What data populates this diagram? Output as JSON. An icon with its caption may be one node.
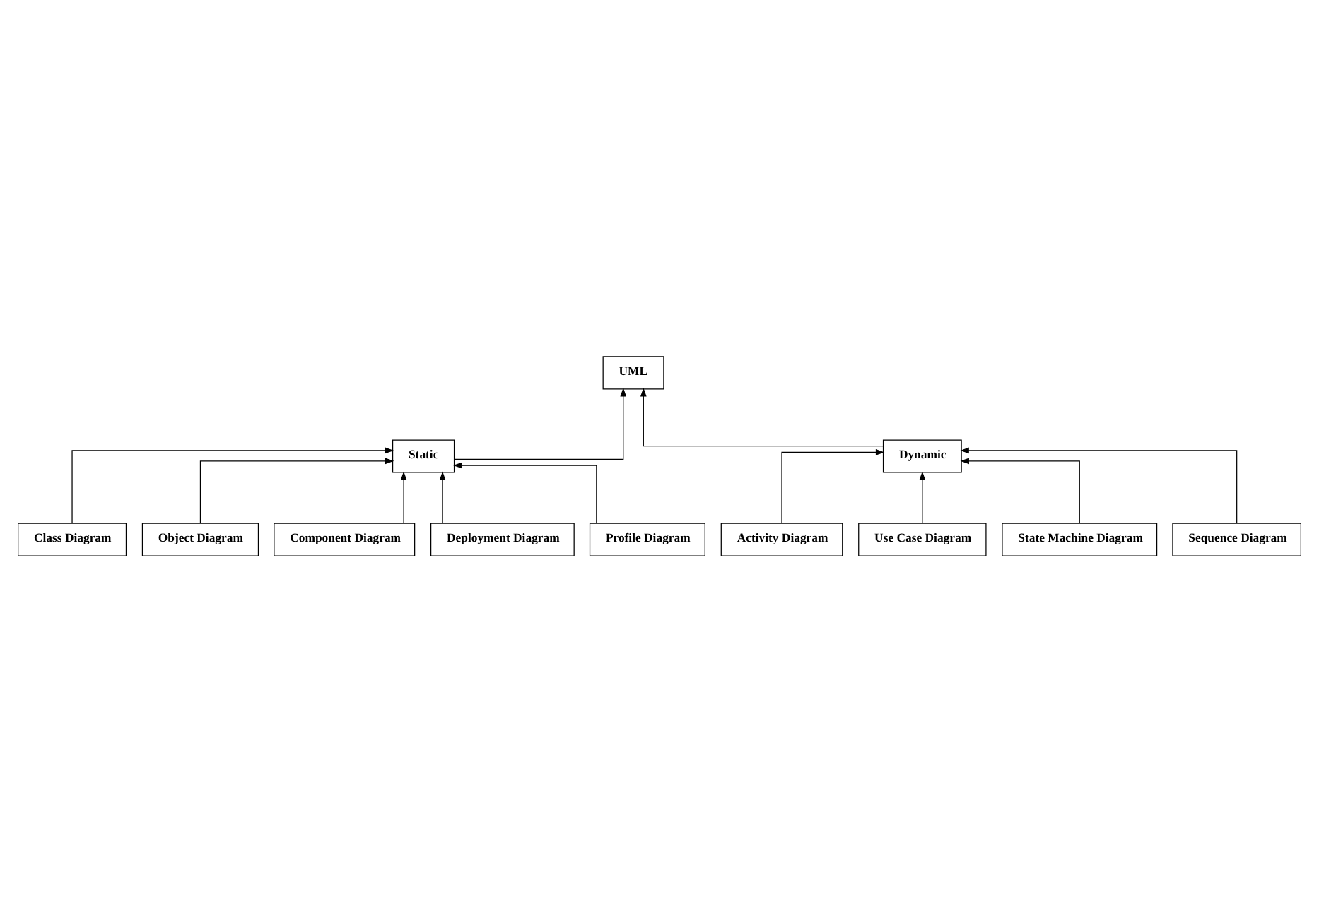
{
  "diagram": {
    "nodes": [
      {
        "text": [
          "UML"
        ]
      },
      {
        "text": [
          "Static"
        ]
      },
      {
        "text": [
          "Dynamic"
        ]
      },
      {
        "text": [
          "Class Diagram"
        ]
      },
      {
        "text": [
          "Object Diagram"
        ]
      },
      {
        "text": [
          "Component Diagram"
        ]
      },
      {
        "text": [
          "Deployment Diagram"
        ]
      },
      {
        "text": [
          "Profile Diagram"
        ]
      },
      {
        "text": [
          "Activity Diagram"
        ]
      },
      {
        "text": [
          "Use Case Diagram"
        ]
      },
      {
        "text": [
          "State Machine Diagram"
        ]
      },
      {
        "text": [
          "Sequence Diagram"
        ]
      }
    ],
    "edges": [
      {
        "from": 1,
        "to": 0,
        "arrow": "to"
      },
      {
        "from": 2,
        "to": 0,
        "arrow": "to"
      },
      {
        "from": 3,
        "to": 1,
        "arrow": "to"
      },
      {
        "from": 4,
        "to": 1,
        "arrow": "to"
      },
      {
        "from": 5,
        "to": 1,
        "arrow": "to"
      },
      {
        "from": 6,
        "to": 1,
        "arrow": "to"
      },
      {
        "from": 7,
        "to": 1,
        "arrow": "to"
      },
      {
        "from": 8,
        "to": 2,
        "arrow": "to"
      },
      {
        "from": 9,
        "to": 2,
        "arrow": "to"
      },
      {
        "from": 10,
        "to": 2,
        "arrow": "to"
      },
      {
        "from": 11,
        "to": 2,
        "arrow": "to"
      }
    ]
  }
}
